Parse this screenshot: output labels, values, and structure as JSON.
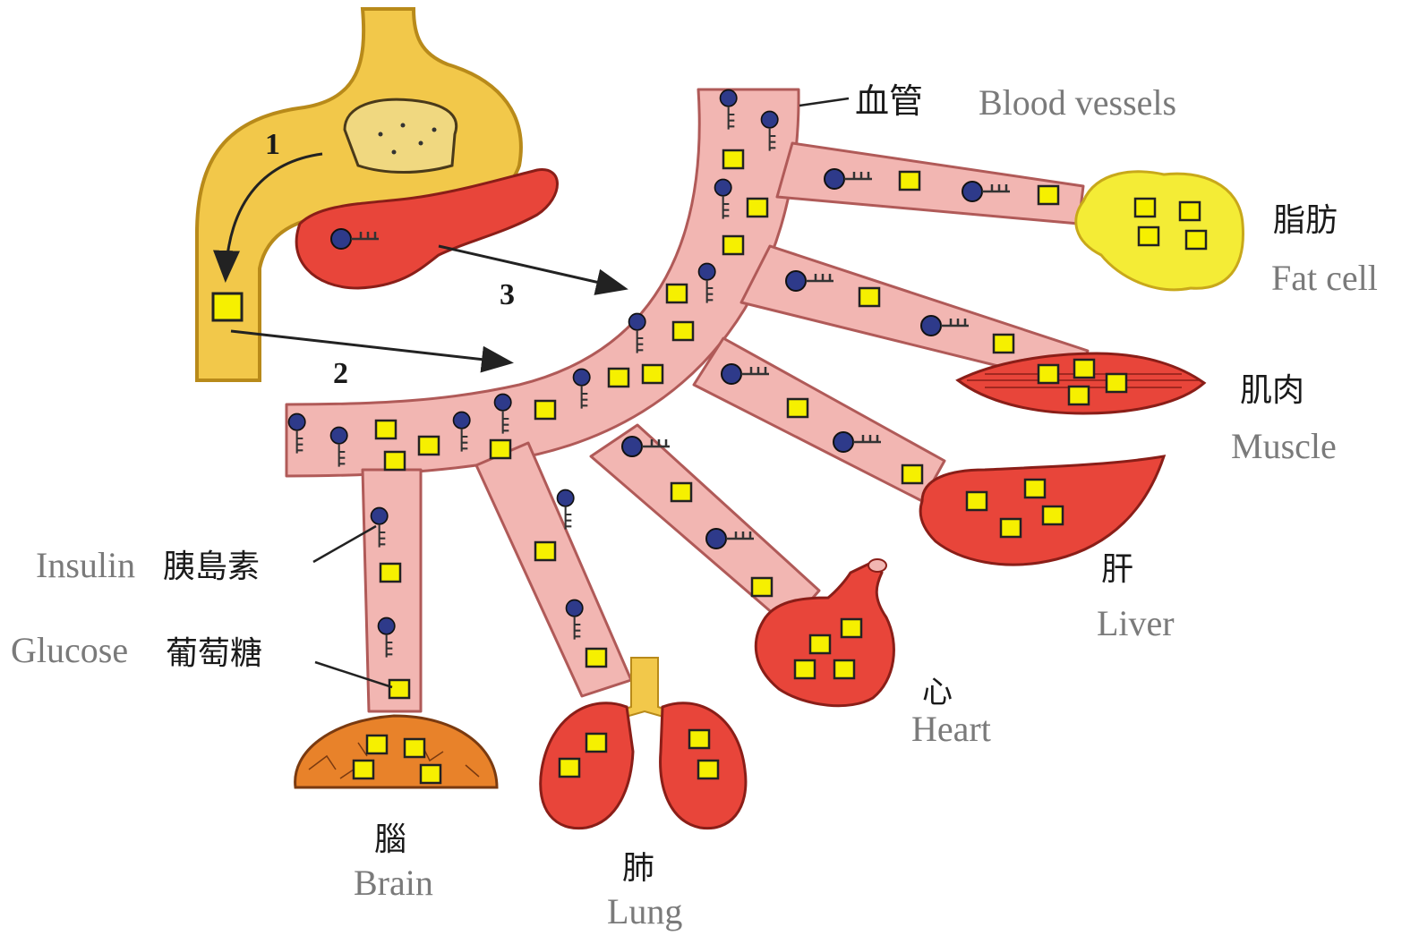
{
  "colors": {
    "vessel": "#f2b6b2",
    "vessel_stroke": "#b05a58",
    "gut": "#f2c84a",
    "gut_stroke": "#b88a1a",
    "organ": "#e8453a",
    "organ_stroke": "#8a1e18",
    "glucose": "#f6f000",
    "insulin": "#2e3a8a",
    "fat": "#f4ec36",
    "brain": "#e8822a"
  },
  "steps": {
    "one": "1",
    "two": "2",
    "three": "3"
  },
  "labels": {
    "vessels_zh": "血管",
    "vessels_en": "Blood vessels",
    "fat_zh": "脂肪",
    "fat_en": "Fat cell",
    "muscle_zh": "肌肉",
    "muscle_en": "Muscle",
    "liver_zh": "肝",
    "liver_en": "Liver",
    "heart_zh": "心",
    "heart_en": "Heart",
    "lung_zh": "肺",
    "lung_en": "Lung",
    "brain_zh": "腦",
    "brain_en": "Brain",
    "insulin_en": "Insulin",
    "insulin_zh": "胰島素",
    "glucose_en": "Glucose",
    "glucose_zh": "葡萄糖"
  }
}
